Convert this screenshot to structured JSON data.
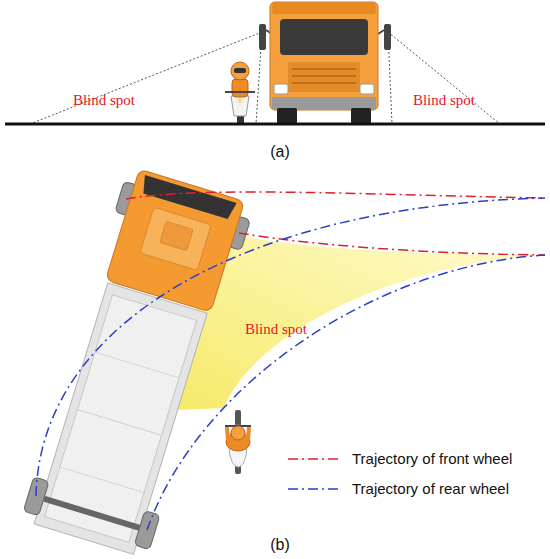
{
  "diagram": {
    "labels": [
      "Blind spot",
      "Blind spot",
      "(a)",
      "Blind spot",
      "(b)"
    ],
    "legend": [
      {
        "text": "Trajectory of front wheel"
      },
      {
        "text": "Trajectory of rear wheel"
      }
    ]
  }
}
